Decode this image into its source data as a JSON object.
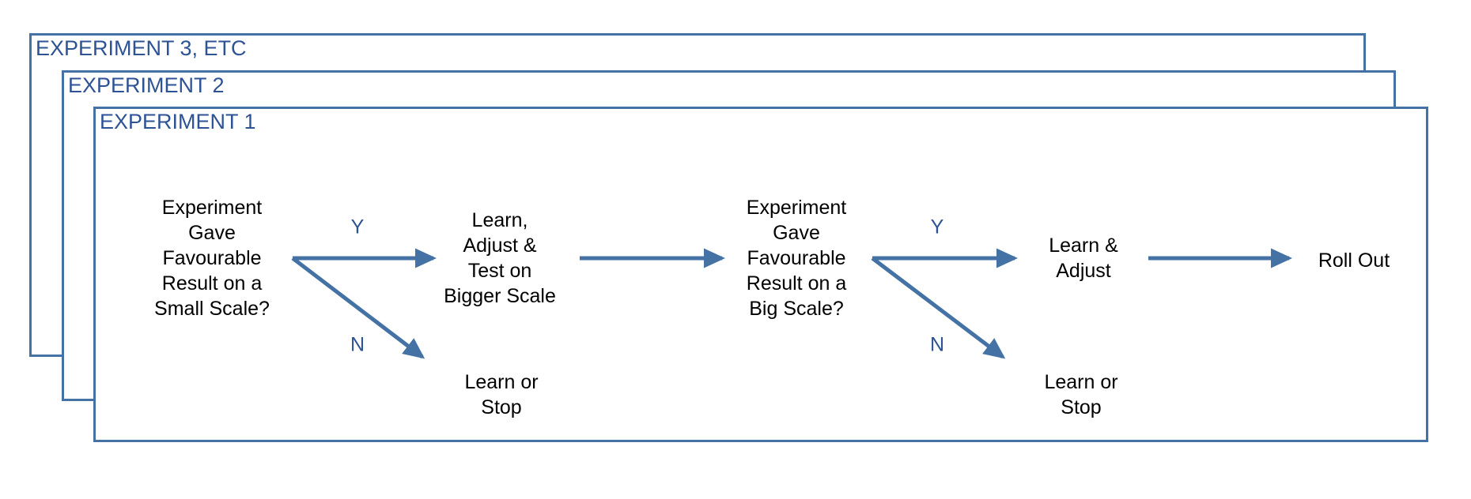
{
  "diagram": {
    "title": "Nested experiment decision flow",
    "accent_color": "#4472A4",
    "label_color": "#2E5395",
    "text_color": "#000000",
    "background": "#ffffff"
  },
  "frames": [
    {
      "id": "experiment-3",
      "label": "EXPERIMENT 3, ETC"
    },
    {
      "id": "experiment-2",
      "label": "EXPERIMENT 2"
    },
    {
      "id": "experiment-1",
      "label": "EXPERIMENT 1"
    }
  ],
  "nodes": [
    {
      "id": "decision-small-scale",
      "text": "Experiment\nGave\nFavourable\nResult on a\nSmall Scale?"
    },
    {
      "id": "learn-adjust-test",
      "text": "Learn,\nAdjust &\nTest on\nBigger Scale"
    },
    {
      "id": "learn-or-stop-1",
      "text": "Learn or\nStop"
    },
    {
      "id": "decision-big-scale",
      "text": "Experiment\nGave\nFavourable\nResult on a\nBig Scale?"
    },
    {
      "id": "learn-adjust",
      "text": "Learn &\nAdjust"
    },
    {
      "id": "learn-or-stop-2",
      "text": "Learn or\nStop"
    },
    {
      "id": "roll-out",
      "text": "Roll Out"
    }
  ],
  "edge_labels": [
    {
      "id": "yes-1",
      "text": "Y"
    },
    {
      "id": "no-1",
      "text": "N"
    },
    {
      "id": "yes-2",
      "text": "Y"
    },
    {
      "id": "no-2",
      "text": "N"
    }
  ],
  "chart_data": {
    "type": "flowchart",
    "orientation": "left-to-right",
    "containers": [
      "EXPERIMENT 3, ETC",
      "EXPERIMENT 2",
      "EXPERIMENT 1"
    ],
    "steps": [
      "Experiment Gave Favourable Result on a Small Scale?",
      "Learn, Adjust & Test on Bigger Scale",
      "Learn or Stop",
      "Experiment Gave Favourable Result on a Big Scale?",
      "Learn & Adjust",
      "Learn or Stop",
      "Roll Out"
    ],
    "edges": [
      {
        "from": "Experiment Gave Favourable Result on a Small Scale?",
        "to": "Learn, Adjust & Test on Bigger Scale",
        "label": "Y"
      },
      {
        "from": "Experiment Gave Favourable Result on a Small Scale?",
        "to": "Learn or Stop",
        "label": "N"
      },
      {
        "from": "Learn, Adjust & Test on Bigger Scale",
        "to": "Experiment Gave Favourable Result on a Big Scale?",
        "label": ""
      },
      {
        "from": "Experiment Gave Favourable Result on a Big Scale?",
        "to": "Learn & Adjust",
        "label": "Y"
      },
      {
        "from": "Experiment Gave Favourable Result on a Big Scale?",
        "to": "Learn or Stop",
        "label": "N"
      },
      {
        "from": "Learn & Adjust",
        "to": "Roll Out",
        "label": ""
      }
    ]
  }
}
